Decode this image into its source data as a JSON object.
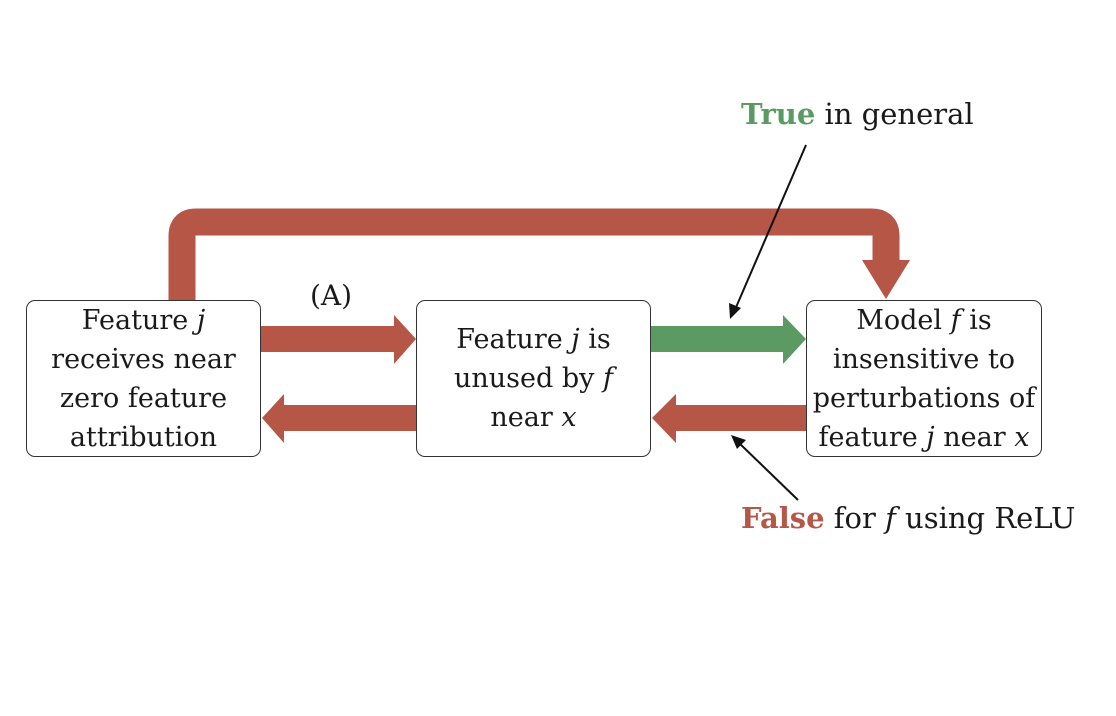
{
  "colors": {
    "false_arrow": "#b65646",
    "true_arrow": "#5b9b63",
    "box_border": "#333333",
    "text": "#1a1a1a"
  },
  "boxes": {
    "attribution": {
      "line1_pre": "Feature ",
      "line1_var": "j",
      "line2": "receives near",
      "line3": "zero feature",
      "line4": "attribution"
    },
    "unused": {
      "line1_pre": "Feature ",
      "line1_var": "j",
      "line1_post": " is",
      "line2_pre": "unused by ",
      "line2_var": "f",
      "line3_pre": "near ",
      "line3_var": "x"
    },
    "insensitive": {
      "line1_pre": "Model ",
      "line1_var": "f",
      "line1_post": " is",
      "line2": "insensitive to",
      "line3": "perturbations of",
      "line4_pre": "feature ",
      "line4_var": "j",
      "line4_mid": " near ",
      "line4_var2": "x"
    }
  },
  "labels": {
    "a_label": "(A)",
    "true_word": "True",
    "true_rest": " in general",
    "false_word": "False",
    "false_mid": " for ",
    "false_var": "f",
    "false_rest": " using ReLU"
  }
}
